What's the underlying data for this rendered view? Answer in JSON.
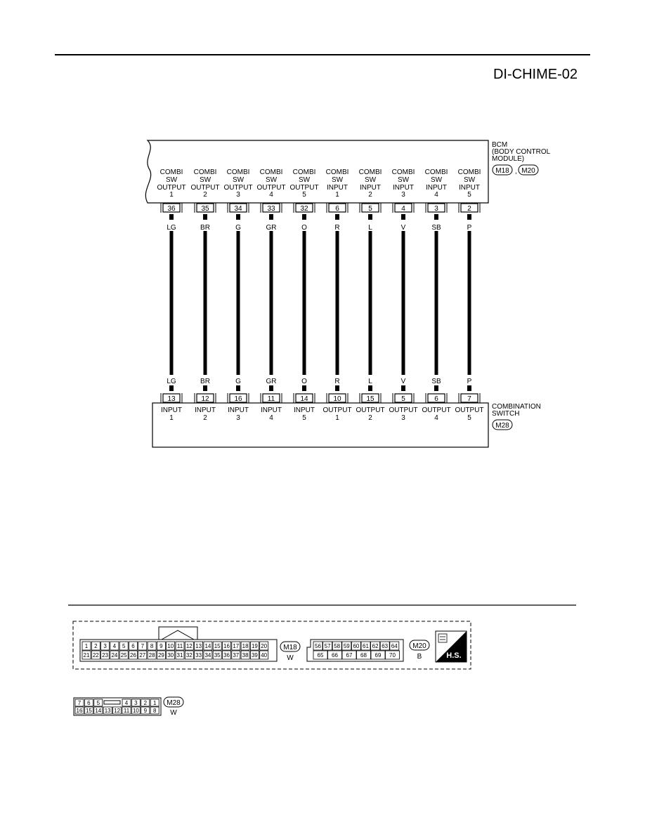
{
  "page": {
    "code": "DI-CHIME-02"
  },
  "bcm": {
    "name": "BCM",
    "desc_line1": "(BODY CONTROL",
    "desc_line2": "MODULE)",
    "connectors": [
      "M18",
      "M20"
    ],
    "separator": ",",
    "pins": [
      {
        "line1": "COMBI",
        "line2": "SW",
        "line3": "OUTPUT",
        "line4": "1",
        "pin": "36",
        "color": "LG"
      },
      {
        "line1": "COMBI",
        "line2": "SW",
        "line3": "OUTPUT",
        "line4": "2",
        "pin": "35",
        "color": "BR"
      },
      {
        "line1": "COMBI",
        "line2": "SW",
        "line3": "OUTPUT",
        "line4": "3",
        "pin": "34",
        "color": "G"
      },
      {
        "line1": "COMBI",
        "line2": "SW",
        "line3": "OUTPUT",
        "line4": "4",
        "pin": "33",
        "color": "GR"
      },
      {
        "line1": "COMBI",
        "line2": "SW",
        "line3": "OUTPUT",
        "line4": "5",
        "pin": "32",
        "color": "O"
      },
      {
        "line1": "COMBI",
        "line2": "SW",
        "line3": "INPUT",
        "line4": "1",
        "pin": "6",
        "color": "R"
      },
      {
        "line1": "COMBI",
        "line2": "SW",
        "line3": "INPUT",
        "line4": "2",
        "pin": "5",
        "color": "L"
      },
      {
        "line1": "COMBI",
        "line2": "SW",
        "line3": "INPUT",
        "line4": "3",
        "pin": "4",
        "color": "V"
      },
      {
        "line1": "COMBI",
        "line2": "SW",
        "line3": "INPUT",
        "line4": "4",
        "pin": "3",
        "color": "SB"
      },
      {
        "line1": "COMBI",
        "line2": "SW",
        "line3": "INPUT",
        "line4": "5",
        "pin": "2",
        "color": "P"
      }
    ]
  },
  "combination_switch": {
    "name_line1": "COMBINATION",
    "name_line2": "SWITCH",
    "connector": "M28",
    "pins": [
      {
        "line1": "INPUT",
        "line2": "1",
        "pin": "13",
        "color": "LG"
      },
      {
        "line1": "INPUT",
        "line2": "2",
        "pin": "12",
        "color": "BR"
      },
      {
        "line1": "INPUT",
        "line2": "3",
        "pin": "16",
        "color": "G"
      },
      {
        "line1": "INPUT",
        "line2": "4",
        "pin": "11",
        "color": "GR"
      },
      {
        "line1": "INPUT",
        "line2": "5",
        "pin": "14",
        "color": "O"
      },
      {
        "line1": "OUTPUT",
        "line2": "1",
        "pin": "10",
        "color": "R"
      },
      {
        "line1": "OUTPUT",
        "line2": "2",
        "pin": "15",
        "color": "L"
      },
      {
        "line1": "OUTPUT",
        "line2": "3",
        "pin": "5",
        "color": "V"
      },
      {
        "line1": "OUTPUT",
        "line2": "4",
        "pin": "6",
        "color": "SB"
      },
      {
        "line1": "OUTPUT",
        "line2": "5",
        "pin": "7",
        "color": "P"
      }
    ]
  },
  "connector_views": {
    "m18": {
      "label": "M18",
      "color": "W",
      "row1": [
        "1",
        "2",
        "3",
        "4",
        "5",
        "6",
        "7",
        "8",
        "9",
        "10",
        "11",
        "12",
        "13",
        "14",
        "15",
        "16",
        "17",
        "18",
        "19",
        "20"
      ],
      "row2": [
        "21",
        "22",
        "23",
        "24",
        "25",
        "26",
        "27",
        "28",
        "29",
        "30",
        "31",
        "32",
        "33",
        "34",
        "35",
        "36",
        "37",
        "38",
        "39",
        "40"
      ]
    },
    "m20": {
      "label": "M20",
      "color": "B",
      "row1": [
        "56",
        "57",
        "58",
        "59",
        "60",
        "61",
        "62",
        "63",
        "64"
      ],
      "row2": [
        "65",
        "66",
        "67",
        "68",
        "69",
        "70"
      ]
    },
    "m28": {
      "label": "M28",
      "color": "W",
      "row1_left": [
        "7",
        "6",
        "5"
      ],
      "row1_right": [
        "4",
        "3",
        "2",
        "1"
      ],
      "row2": [
        "16",
        "15",
        "14",
        "13",
        "12",
        "11",
        "10",
        "9",
        "8"
      ]
    },
    "hs_badge": "H.S."
  }
}
